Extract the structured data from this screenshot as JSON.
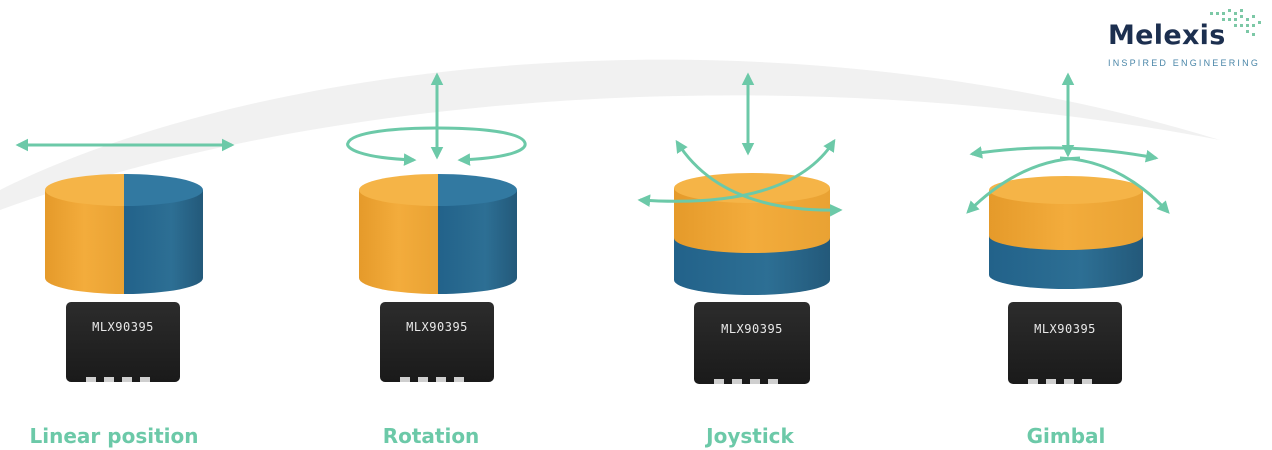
{
  "logo": {
    "name": "Melexis",
    "tagline": "INSPIRED ENGINEERING"
  },
  "colors": {
    "arrow": "#6cc9a8",
    "magnet_yellow": "#f2a83a",
    "magnet_blue": "#2a6a8c",
    "chip": "#232323",
    "caption": "#6cc9a8",
    "logo_text": "#1c2f4f"
  },
  "panels": [
    {
      "caption": "Linear position",
      "chip_label": "MLX90395",
      "magnet": "split-vertical",
      "motion": "horizontal"
    },
    {
      "caption": "Rotation",
      "chip_label": "MLX90395",
      "magnet": "split-vertical",
      "motion": "rotation"
    },
    {
      "caption": "Joystick",
      "chip_label": "MLX90395",
      "magnet": "split-horizontal",
      "motion": "joystick"
    },
    {
      "caption": "Gimbal",
      "chip_label": "MLX90395",
      "magnet": "split-horizontal",
      "motion": "gimbal"
    }
  ]
}
